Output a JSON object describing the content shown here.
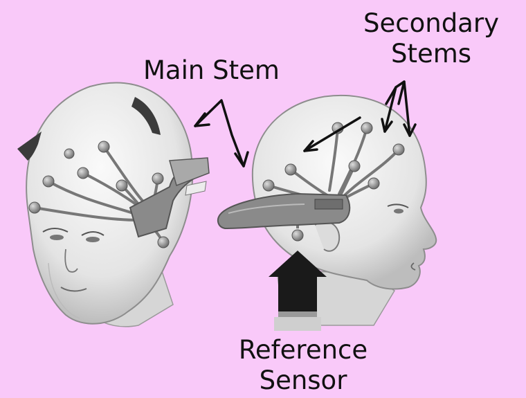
{
  "labels": {
    "main_stem": "Main Stem",
    "secondary_stems_line1": "Secondary",
    "secondary_stems_line2": "Stems",
    "reference_sensor_line1": "Reference",
    "reference_sensor_line2": "Sensor"
  },
  "colors": {
    "background": "#f9c9f9",
    "head_fill": "#e6e6e6",
    "headset": "#8a8a8a",
    "arrow": "#111111"
  },
  "icons": [
    "headset-front-illustration",
    "headset-side-illustration",
    "arrow-icon"
  ]
}
